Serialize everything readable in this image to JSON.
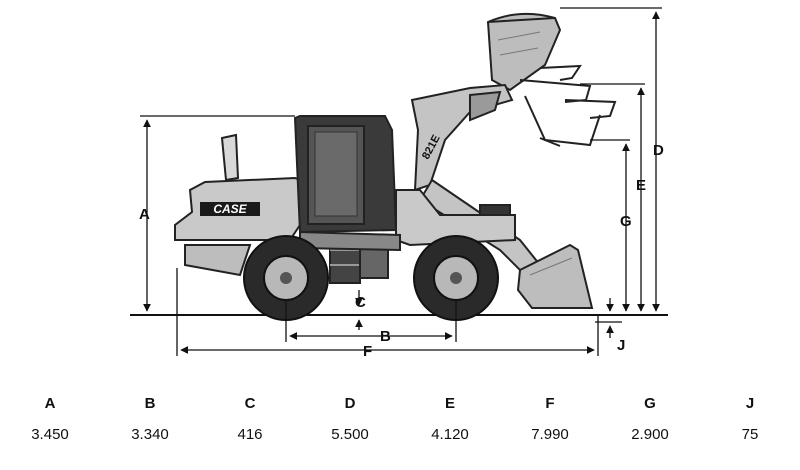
{
  "model_badge": "821E",
  "brand": "CASE",
  "dimension_labels": {
    "A": "A",
    "B": "B",
    "C": "C",
    "D": "D",
    "E": "E",
    "F": "F",
    "G": "G",
    "J": "J"
  },
  "table": {
    "headers": [
      "A",
      "B",
      "C",
      "D",
      "E",
      "F",
      "G",
      "J"
    ],
    "values": [
      "3.450",
      "3.340",
      "416",
      "5.500",
      "4.120",
      "7.990",
      "2.900",
      "75"
    ]
  },
  "colors": {
    "body": "#c9c9c9",
    "dark": "#2a2a2a",
    "line": "#111111"
  }
}
